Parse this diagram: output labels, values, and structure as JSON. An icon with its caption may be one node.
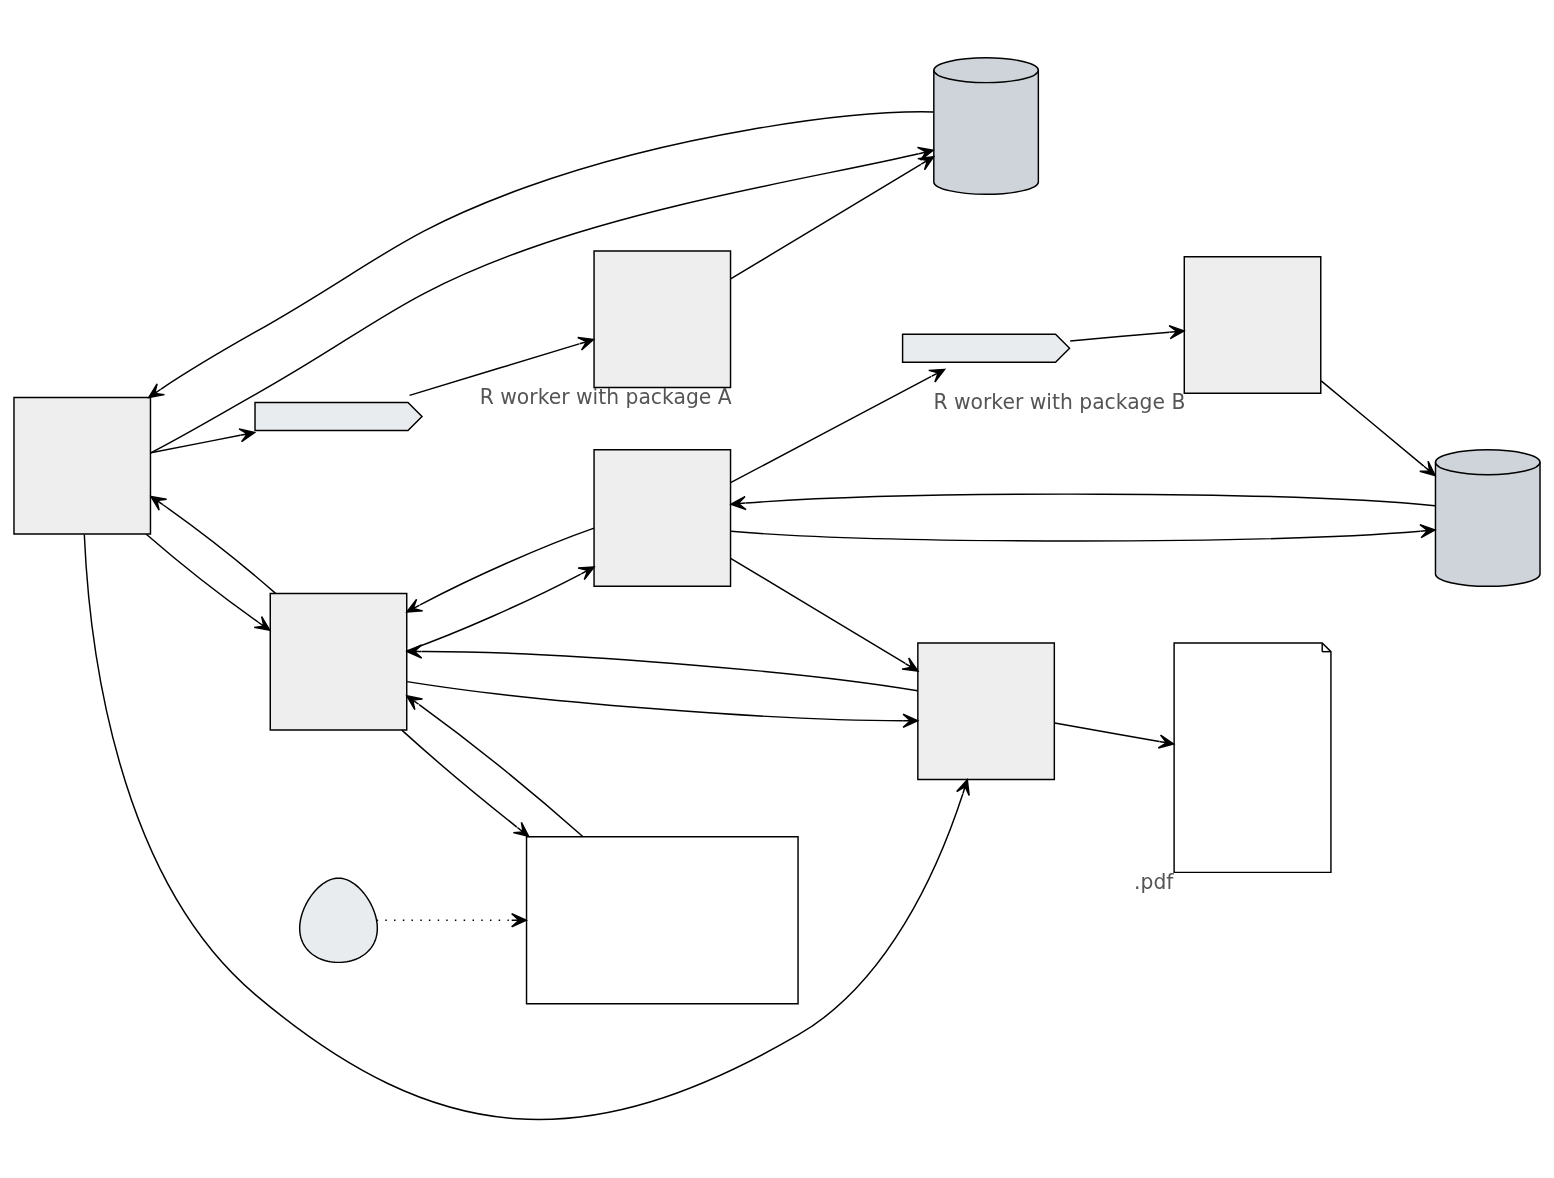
{
  "diagram": {
    "nodes": [
      {
        "text": [],
        "shape": "box"
      },
      {
        "text": [],
        "shape": "cylinder"
      },
      {
        "text": [],
        "shape": "queue"
      },
      {
        "text": [],
        "shape": "box",
        "beside": [
          "R worker with package A"
        ]
      },
      {
        "text": [],
        "shape": "box"
      },
      {
        "text": [],
        "shape": "box"
      },
      {
        "text": [],
        "shape": "queue"
      },
      {
        "text": [],
        "shape": "box",
        "beside": [
          "R worker with package B"
        ]
      },
      {
        "text": [],
        "shape": "cylinder"
      },
      {
        "text": [],
        "shape": "box"
      },
      {
        "text": [],
        "shape": "window"
      },
      {
        "text": [],
        "shape": "document",
        "beside": [
          ".pdf"
        ]
      },
      {
        "text": [],
        "shape": "person"
      }
    ],
    "edges": [
      {
        "from": 0,
        "to": 1,
        "arrow": "to"
      },
      {
        "from": 1,
        "to": 0,
        "arrow": "to"
      },
      {
        "from": 0,
        "to": 2,
        "arrow": "to"
      },
      {
        "from": 2,
        "to": 3,
        "arrow": "to"
      },
      {
        "from": 3,
        "to": 1,
        "arrow": "to"
      },
      {
        "from": 4,
        "to": 0,
        "arrow": "to"
      },
      {
        "from": 0,
        "to": 4,
        "arrow": "to"
      },
      {
        "from": 0,
        "to": 9,
        "arrow": "to"
      },
      {
        "from": 4,
        "to": 5,
        "arrow": "to"
      },
      {
        "from": 5,
        "to": 4,
        "arrow": "to"
      },
      {
        "from": 5,
        "to": 6,
        "arrow": "to"
      },
      {
        "from": 6,
        "to": 7,
        "arrow": "to"
      },
      {
        "from": 7,
        "to": 8,
        "arrow": "to"
      },
      {
        "from": 8,
        "to": 5,
        "arrow": "to"
      },
      {
        "from": 5,
        "to": 8,
        "arrow": "to"
      },
      {
        "from": 5,
        "to": 9,
        "arrow": "to"
      },
      {
        "from": 4,
        "to": 9,
        "arrow": "to"
      },
      {
        "from": 9,
        "to": 4,
        "arrow": "to"
      },
      {
        "from": 4,
        "to": 10,
        "arrow": "to"
      },
      {
        "from": 10,
        "to": 4,
        "arrow": "to"
      },
      {
        "from": 9,
        "to": 11,
        "arrow": "to"
      },
      {
        "from": 12,
        "to": 10,
        "arrow": "to",
        "style": "dashed"
      }
    ]
  }
}
